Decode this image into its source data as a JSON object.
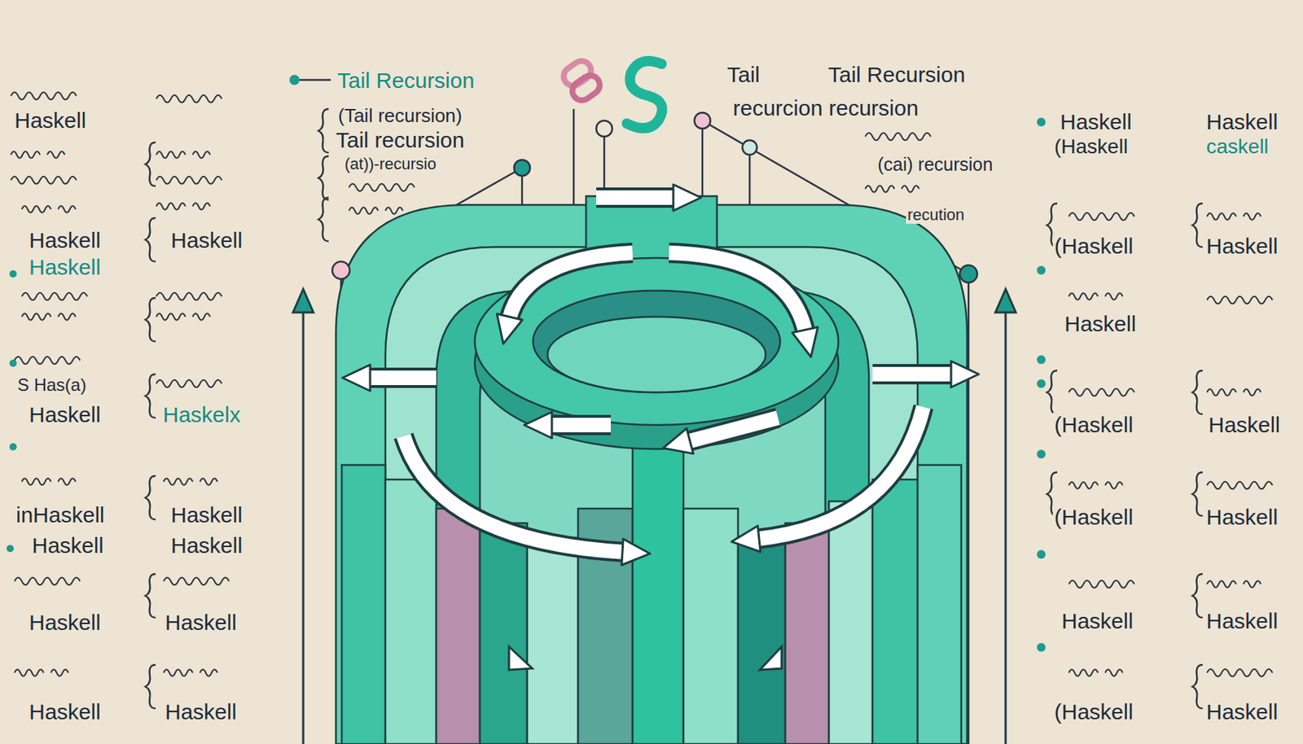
{
  "diagram": {
    "labels": [
      "Tail Recursion",
      "(Tail recursion)",
      "Tail recursion",
      "(at))-recursio",
      "Tail",
      "Tail Recursion",
      "recurcion recursion",
      "(cai) recursion",
      "recution",
      "Haskell",
      "Haskell",
      "Haskell",
      "S Has(a)",
      "Haskell",
      "inHaskell",
      "Haskell",
      "Haskell",
      "Haskell",
      "Haskell",
      "Haskelx",
      "Haskell",
      "Haskell",
      "Haskell",
      "Haskell",
      "Haskell",
      "(Haskell",
      "(Haskell",
      "Haskell",
      "(Haskell",
      "(Haskell",
      "Haskell",
      "(Haskell",
      "Haskell",
      "caskell",
      "Haskell",
      "Haskell",
      "Haskell",
      "Haskell",
      "Haskell"
    ]
  }
}
